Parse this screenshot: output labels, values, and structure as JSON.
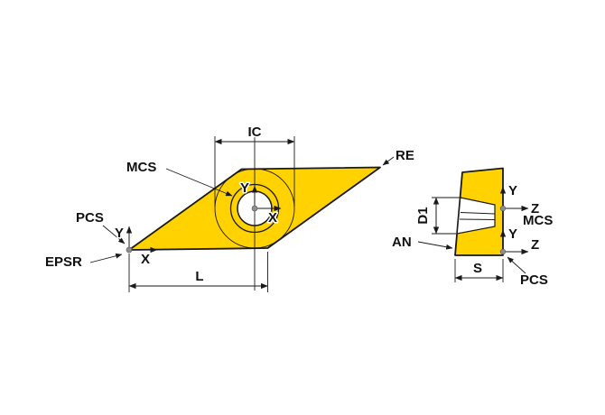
{
  "diagram": {
    "type": "technical-drawing",
    "subject": "turning-insert-dimension-diagram",
    "colors": {
      "insert_fill": "#ffd200",
      "outline": "#1a1a1a",
      "origin_dot": "#8f8f8f",
      "hole_fill": "#ffffff",
      "background": "#ffffff"
    },
    "front": {
      "ic": "IC",
      "re": "RE",
      "mcs": "MCS",
      "pcs": "PCS",
      "epsr": "EPSR",
      "l": "L",
      "center_x": "X",
      "center_y": "Y",
      "corner_x": "X",
      "corner_y": "Y"
    },
    "side": {
      "d1": "D1",
      "an": "AN",
      "s": "S",
      "mcs": "MCS",
      "pcs": "PCS",
      "mcs_y": "Y",
      "mcs_z": "Z",
      "pcs_y": "Y",
      "pcs_z": "Z"
    }
  }
}
